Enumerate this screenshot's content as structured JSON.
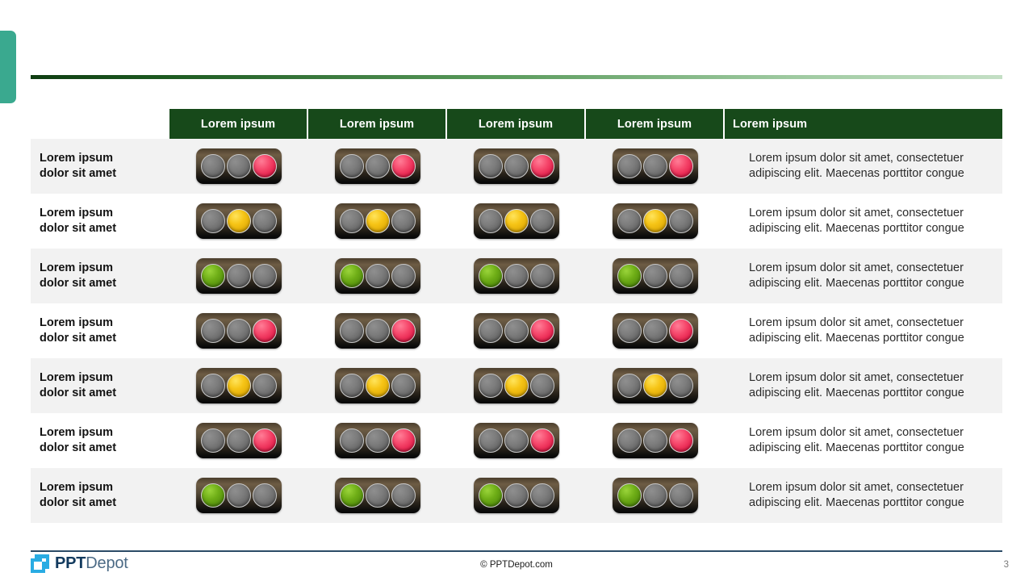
{
  "slide": {
    "page_number": "3",
    "accent_color": "#3aa98f",
    "header_color": "#17491a",
    "stripe_color": "#f2f2f2"
  },
  "table": {
    "headers": [
      {
        "label": "Lorem ipsum"
      },
      {
        "label": "Lorem ipsum"
      },
      {
        "label": "Lorem ipsum"
      },
      {
        "label": "Lorem ipsum"
      },
      {
        "label": "Lorem ipsum"
      }
    ],
    "rows": [
      {
        "label_line1": "Lorem ipsum",
        "label_line2": "dolor  sit amet",
        "state": "red",
        "description": "Lorem ipsum dolor sit amet, consectetuer adipiscing elit. Maecenas porttitor congue"
      },
      {
        "label_line1": "Lorem ipsum",
        "label_line2": "dolor  sit amet",
        "state": "yellow",
        "description": "Lorem ipsum dolor sit amet, consectetuer adipiscing elit. Maecenas porttitor congue"
      },
      {
        "label_line1": "Lorem ipsum",
        "label_line2": "dolor  sit amet",
        "state": "green",
        "description": "Lorem ipsum dolor sit amet, consectetuer adipiscing elit. Maecenas porttitor congue"
      },
      {
        "label_line1": "Lorem ipsum",
        "label_line2": "dolor  sit amet",
        "state": "red",
        "description": "Lorem ipsum dolor sit amet, consectetuer adipiscing elit. Maecenas porttitor congue"
      },
      {
        "label_line1": "Lorem ipsum",
        "label_line2": "dolor  sit amet",
        "state": "yellow",
        "description": "Lorem ipsum dolor sit amet, consectetuer adipiscing elit. Maecenas porttitor congue"
      },
      {
        "label_line1": "Lorem ipsum",
        "label_line2": "dolor  sit amet",
        "state": "red",
        "description": "Lorem ipsum dolor sit amet, consectetuer adipiscing elit. Maecenas porttitor congue"
      },
      {
        "label_line1": "Lorem ipsum",
        "label_line2": "dolor  sit amet",
        "state": "green",
        "description": "Lorem ipsum dolor sit amet, consectetuer adipiscing elit. Maecenas porttitor congue"
      }
    ],
    "light_columns": 4,
    "lamp_order": [
      "green",
      "yellow",
      "red"
    ],
    "lamp_colors": {
      "red": "#e5204c",
      "yellow": "#f6c416",
      "green": "#6fae17",
      "off": "#7c7c7c"
    }
  },
  "footer": {
    "logo_bold": "PPT",
    "logo_light": "Depot",
    "copyright": "© PPTDepot.com",
    "page_number": "3"
  }
}
